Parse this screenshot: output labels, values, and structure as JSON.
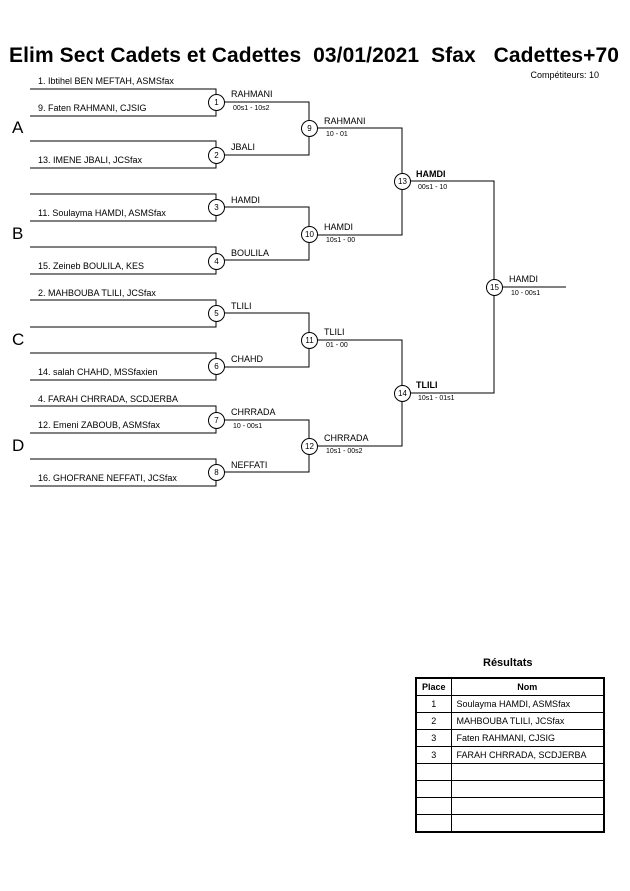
{
  "title": "Elim Sect Cadets et Cadettes  03/01/2021  Sfax   Cadettes+70",
  "competitors_label": "Compétiteurs: 10",
  "pools": [
    "A",
    "B",
    "C",
    "D"
  ],
  "entrants": [
    "1. Ibtihel BEN MEFTAH, ASMSfax",
    "9. Faten RAHMANI, CJSIG",
    "13. IMENE JBALI, JCSfax",
    "11. Soulayma HAMDI, ASMSfax",
    "15. Zeineb BOULILA, KES",
    "2. MAHBOUBA TLILI, JCSfax",
    "14. salah CHAHD, MSSfaxien",
    "4. FARAH CHRRADA, SCDJERBA",
    "12. Emeni ZABOUB, ASMSfax",
    "16. GHOFRANE NEFFATI, JCSfax"
  ],
  "round1": [
    {
      "num": "1",
      "winner": "RAHMANI",
      "score": "00s1 - 10s2"
    },
    {
      "num": "2",
      "winner": "JBALI",
      "score": ""
    },
    {
      "num": "3",
      "winner": "HAMDI",
      "score": ""
    },
    {
      "num": "4",
      "winner": "BOULILA",
      "score": ""
    },
    {
      "num": "5",
      "winner": "TLILI",
      "score": ""
    },
    {
      "num": "6",
      "winner": "CHAHD",
      "score": ""
    },
    {
      "num": "7",
      "winner": "CHRRADA",
      "score": "10 - 00s1"
    },
    {
      "num": "8",
      "winner": "NEFFATI",
      "score": ""
    }
  ],
  "round2": [
    {
      "num": "9",
      "winner": "RAHMANI",
      "score": "10 - 01"
    },
    {
      "num": "10",
      "winner": "HAMDI",
      "score": "10s1 - 00"
    },
    {
      "num": "11",
      "winner": "TLILI",
      "score": "01 - 00"
    },
    {
      "num": "12",
      "winner": "CHRRADA",
      "score": "10s1 - 00s2"
    }
  ],
  "round3": [
    {
      "num": "13",
      "winner": "HAMDI",
      "score": "00s1 - 10"
    },
    {
      "num": "14",
      "winner": "TLILI",
      "score": "10s1 - 01s1"
    }
  ],
  "final": {
    "num": "15",
    "winner": "HAMDI",
    "score": "10 - 00s1"
  },
  "results": {
    "title": "Résultats",
    "header_place": "Place",
    "header_name": "Nom",
    "rows": [
      {
        "place": "1",
        "name": "Soulayma HAMDI, ASMSfax"
      },
      {
        "place": "2",
        "name": "MAHBOUBA TLILI, JCSfax"
      },
      {
        "place": "3",
        "name": "Faten RAHMANI, CJSIG"
      },
      {
        "place": "3",
        "name": "FARAH CHRRADA, SCDJERBA"
      },
      {
        "place": "",
        "name": ""
      },
      {
        "place": "",
        "name": ""
      },
      {
        "place": "",
        "name": ""
      },
      {
        "place": "",
        "name": ""
      }
    ]
  },
  "colors": {
    "line": "#000000",
    "background": "#ffffff"
  }
}
